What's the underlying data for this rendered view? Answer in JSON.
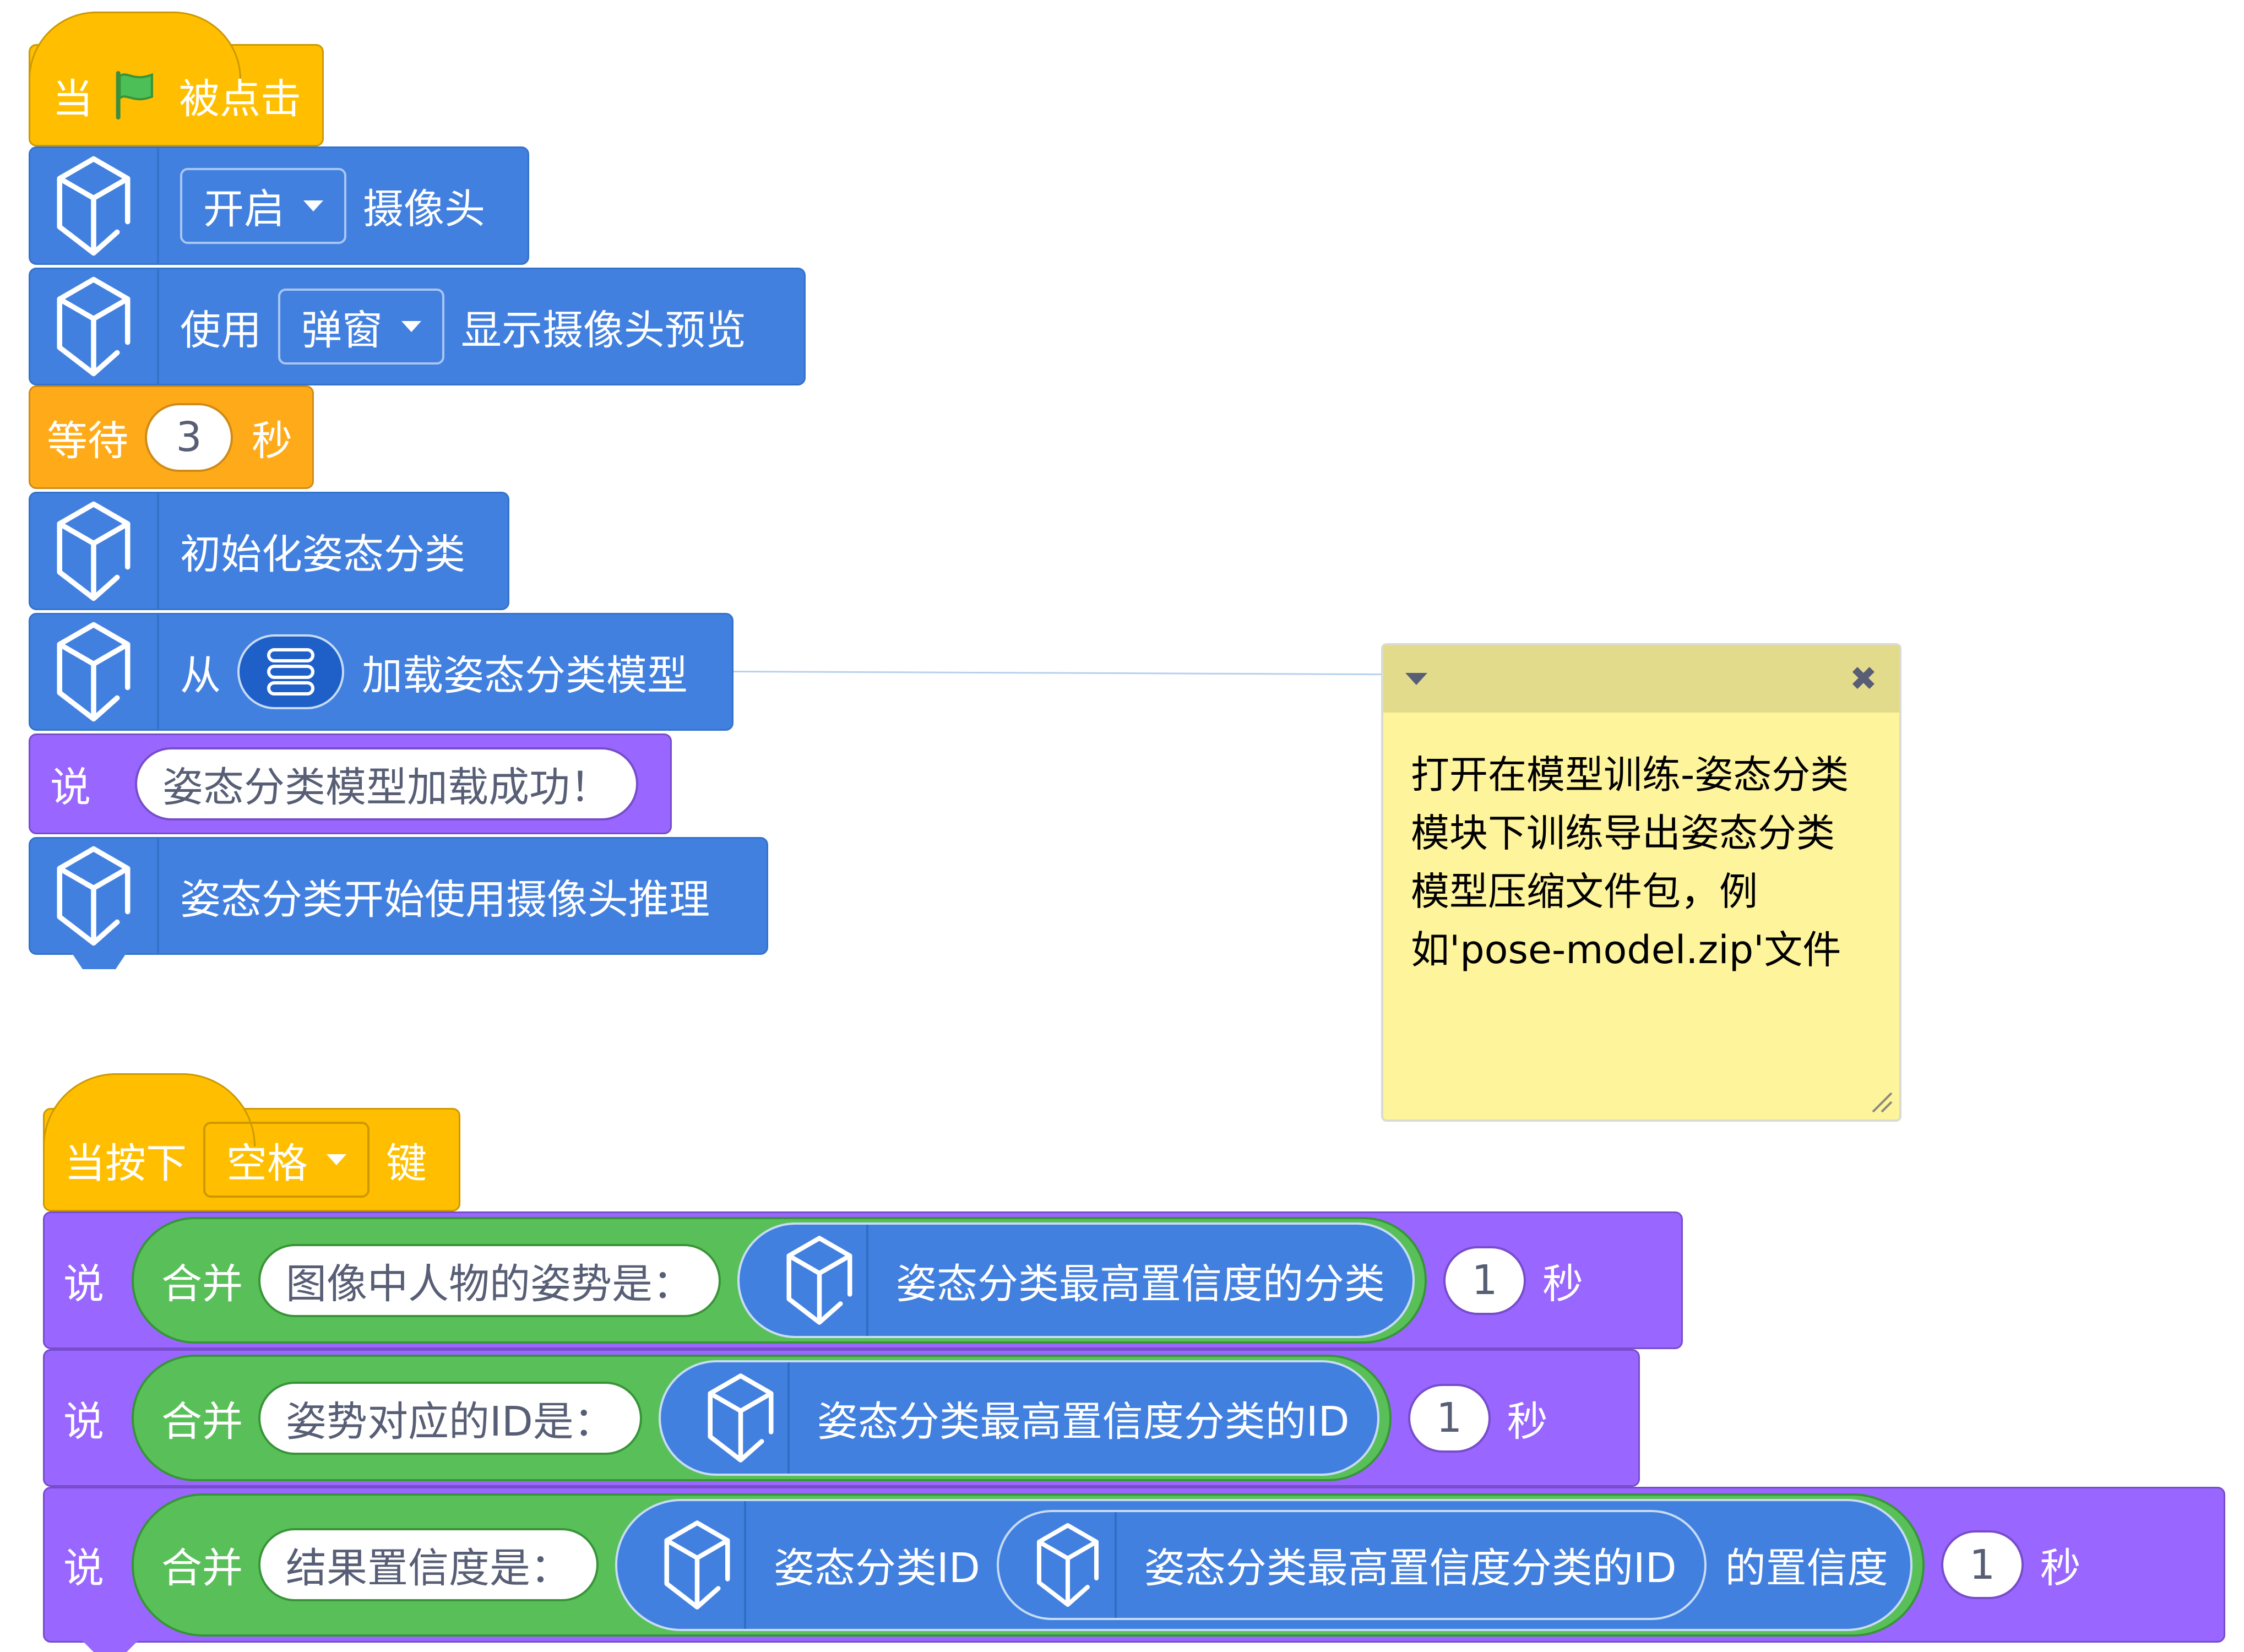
{
  "colors": {
    "extension": "#4280e0",
    "events": "#ffbf00",
    "control": "#ffab19",
    "looks": "#9966ff",
    "operators": "#59c059",
    "comment": "#fef49c"
  },
  "script1": {
    "hat": {
      "prefix": "当",
      "icon": "green-flag-icon",
      "suffix": "被点击"
    },
    "camera_block": {
      "dropdown": "开启",
      "suffix": "摄像头"
    },
    "preview_block": {
      "prefix": "使用",
      "dropdown": "弹窗",
      "suffix": "显示摄像头预览"
    },
    "wait_block": {
      "prefix": "等待",
      "value": "3",
      "suffix": "秒"
    },
    "init_block": {
      "label": "初始化姿态分类"
    },
    "load_block": {
      "prefix": "从",
      "icon": "file-list-icon",
      "suffix": "加载姿态分类模型"
    },
    "say_block": {
      "label": "说",
      "message": "姿态分类模型加载成功！"
    },
    "infer_block": {
      "label": "姿态分类开始使用摄像头推理"
    }
  },
  "comment": {
    "text_lines": [
      "打开在模型训练-姿态分类",
      "模块下训练导出姿态分类",
      "模型压缩文件包，例",
      "如'pose-model.zip'文件"
    ],
    "collapse_icon": "▾",
    "close_icon": "✖"
  },
  "script2": {
    "hat": {
      "prefix": "当按下",
      "dropdown": "空格",
      "suffix": "键"
    },
    "say1": {
      "say": "说",
      "join": "合并",
      "text": "图像中人物的姿势是：",
      "reporter": "姿态分类最高置信度的分类",
      "secs": "1",
      "secs_label": "秒"
    },
    "say2": {
      "say": "说",
      "join": "合并",
      "text": "姿势对应的ID是：",
      "reporter": "姿态分类最高置信度分类的ID",
      "secs": "1",
      "secs_label": "秒"
    },
    "say3": {
      "say": "说",
      "join": "合并",
      "text": "结果置信度是：",
      "reporter_prefix": "姿态分类ID",
      "inner_reporter": "姿态分类最高置信度分类的ID",
      "reporter_suffix": "的置信度",
      "secs": "1",
      "secs_label": "秒"
    }
  }
}
